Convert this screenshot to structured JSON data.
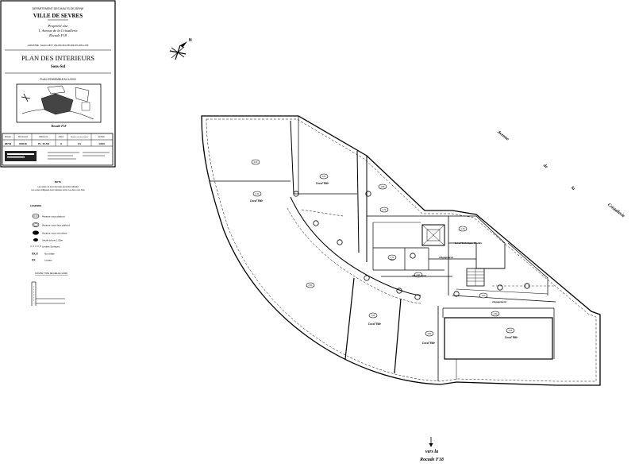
{
  "cartouche": {
    "department": "DEPARTEMENT DES HAUTS-DE-SEINE",
    "city": "VILLE DE SEVRES",
    "property_line1": "Propriété sise",
    "property_line2": "1, Avenue de la Cristallerie",
    "property_line3": "Rocade F18",
    "cadastre": "CADASTRE : Section AB N° 202-203-204-205-206-207-208 et 209",
    "plan_title": "PLAN DES INTERIEURS",
    "plan_subtitle": "Sous-Sol",
    "ensemble_label": "PLAN D'ENSEMBLE AU 1/2000",
    "keyplan_road": "Rocade F18",
    "table_headers": [
      "Dossier",
      "Documents",
      "Référence",
      "Indice",
      "Nombre de documents",
      "Echelle"
    ],
    "table_values": [
      "98749",
      "DN148",
      "PL_PLAN",
      "A",
      "1/1",
      "1/400"
    ]
  },
  "legend": {
    "notes_title": "NOTA",
    "notes_lines": [
      "Les cotes ne sont données qu'à titre indicatif",
      "Les cotes indiquées sont relevées entre nus des murs finis"
    ],
    "title": "LEGENDE",
    "items": [
      "Hauteur sous plafond",
      "Hauteur sous faux plafond",
      "Hauteur sous retombée",
      "Seuils à bois 1.00m",
      "Limites Surfaces"
    ],
    "code_items": [
      {
        "code": "XX,X",
        "label": "Non bâtie"
      },
      {
        "code": "XX",
        "label": "Locaux"
      }
    ],
    "section_title": "COUPE TYPE (ECHELLE 1/100)"
  },
  "compass": {
    "label": "N"
  },
  "rooms": {
    "local_vide_1": "Local Vide",
    "local_vide_2": "Local Vide",
    "local_vide_3": "Local Vide",
    "local_vide_4": "Local Vide",
    "local_vide_5": "Local Vide",
    "local_technique": "Local Technique Fluides",
    "degagement_1": "Dégagement",
    "degagement_2": "Dégagement",
    "degagement_3": "Dégagement",
    "sas": "Sas"
  },
  "streets": {
    "avenue_w1": "Avenue",
    "avenue_w2": "de",
    "avenue_w3": "la",
    "avenue_w4": "Cristallerie",
    "rocade_arrow_line1": "vers la",
    "rocade_arrow_line2": "Rocade F18"
  },
  "heights": [
    "2,93",
    "2,74",
    "2,61",
    "2,88",
    "2,70",
    "2,51",
    "2,69",
    "2,82",
    "2,55",
    "2,78",
    "2,41",
    "2,90",
    "2,60",
    "2,72"
  ]
}
